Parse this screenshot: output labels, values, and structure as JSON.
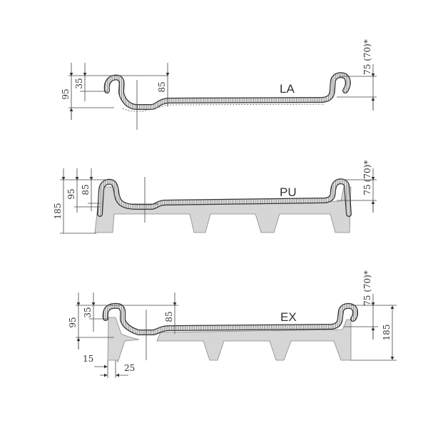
{
  "profiles": [
    {
      "name": "LA",
      "dims": {
        "total": "95",
        "lip": "35",
        "floor": "85",
        "right": "75 (70)*"
      }
    },
    {
      "name": "PU",
      "dims": {
        "total": "185",
        "mid": "95",
        "floor": "85",
        "right_top": "(70)*",
        "right": "75"
      }
    },
    {
      "name": "EX",
      "dims": {
        "total": "95",
        "lip": "35",
        "floor": "85",
        "right": "75 (70)*",
        "height": "185",
        "wall": "15",
        "foot": "25"
      }
    }
  ]
}
